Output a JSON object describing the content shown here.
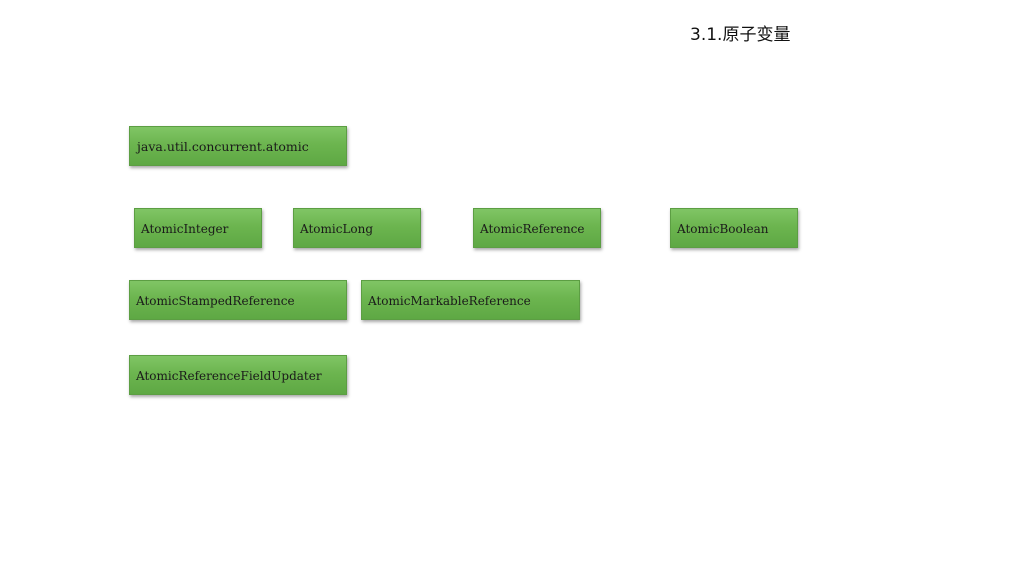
{
  "slide": {
    "title": "3.1.原子变量"
  },
  "package": {
    "label": "java.util.concurrent.atomic"
  },
  "classes": {
    "atomic_integer": "AtomicInteger",
    "atomic_long": "AtomicLong",
    "atomic_reference": "AtomicReference",
    "atomic_boolean": "AtomicBoolean",
    "atomic_stamped_reference": "AtomicStampedReference",
    "atomic_markable_reference": "AtomicMarkableReference",
    "atomic_reference_field_updater": "AtomicReferenceFieldUpdater"
  },
  "colors": {
    "box_fill": "#6cb54f",
    "box_border": "#5c9e43",
    "background": "#ffffff"
  }
}
